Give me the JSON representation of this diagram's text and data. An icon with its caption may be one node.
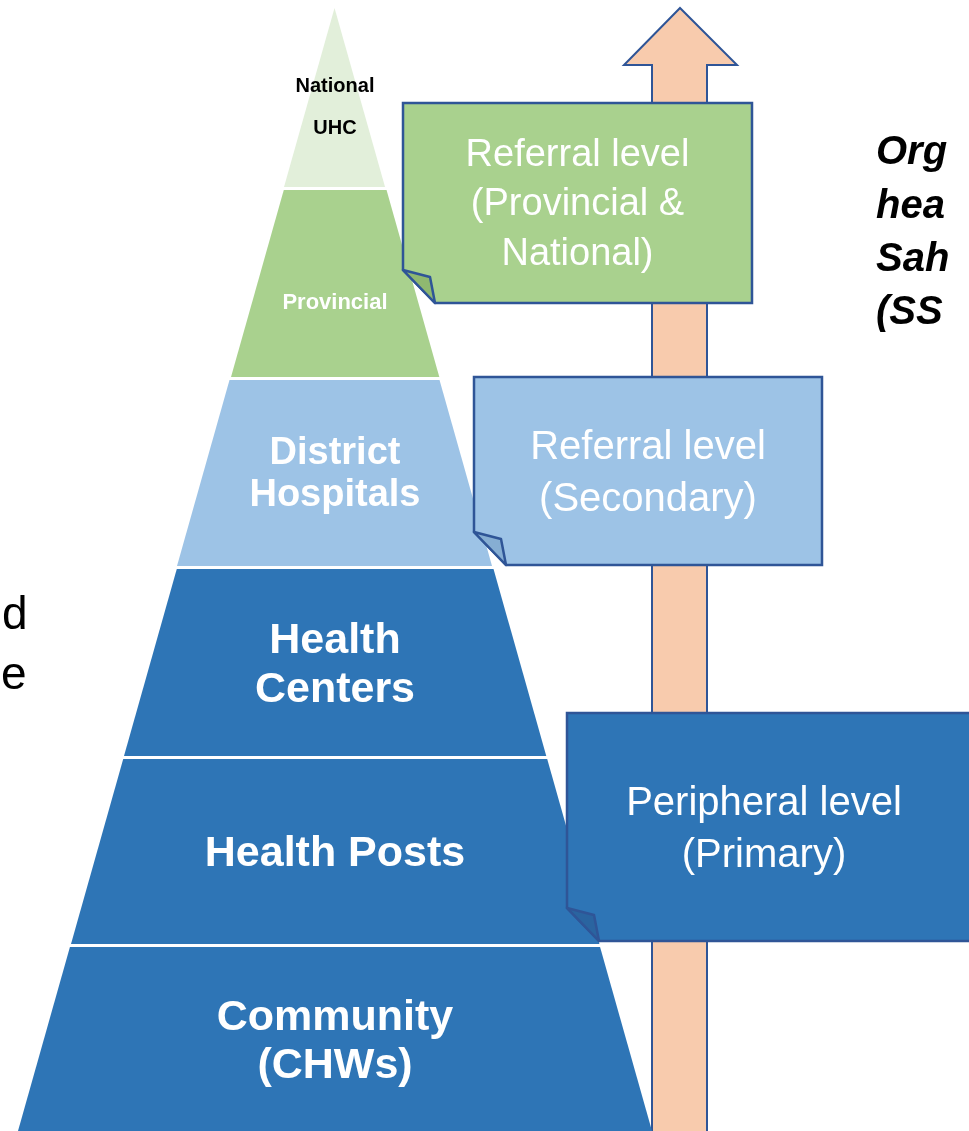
{
  "diagram": {
    "nodes": [
      {
        "text": [
          "National UHC"
        ]
      },
      {
        "text": [
          "Provincial"
        ]
      },
      {
        "text": [
          "District Hospitals"
        ]
      },
      {
        "text": [
          "Health Centers"
        ]
      },
      {
        "text": [
          "Health Posts"
        ]
      },
      {
        "text": [
          "Community (CHWs)"
        ]
      },
      {
        "text": [
          "Referral level (Provincial & National)"
        ]
      },
      {
        "text": [
          "Referral level (Secondary)"
        ]
      },
      {
        "text": [
          "Peripheral level (Primary)"
        ]
      }
    ],
    "labels": [
      "Org",
      "hea",
      "Sah",
      "(SS",
      "d",
      "e"
    ]
  }
}
